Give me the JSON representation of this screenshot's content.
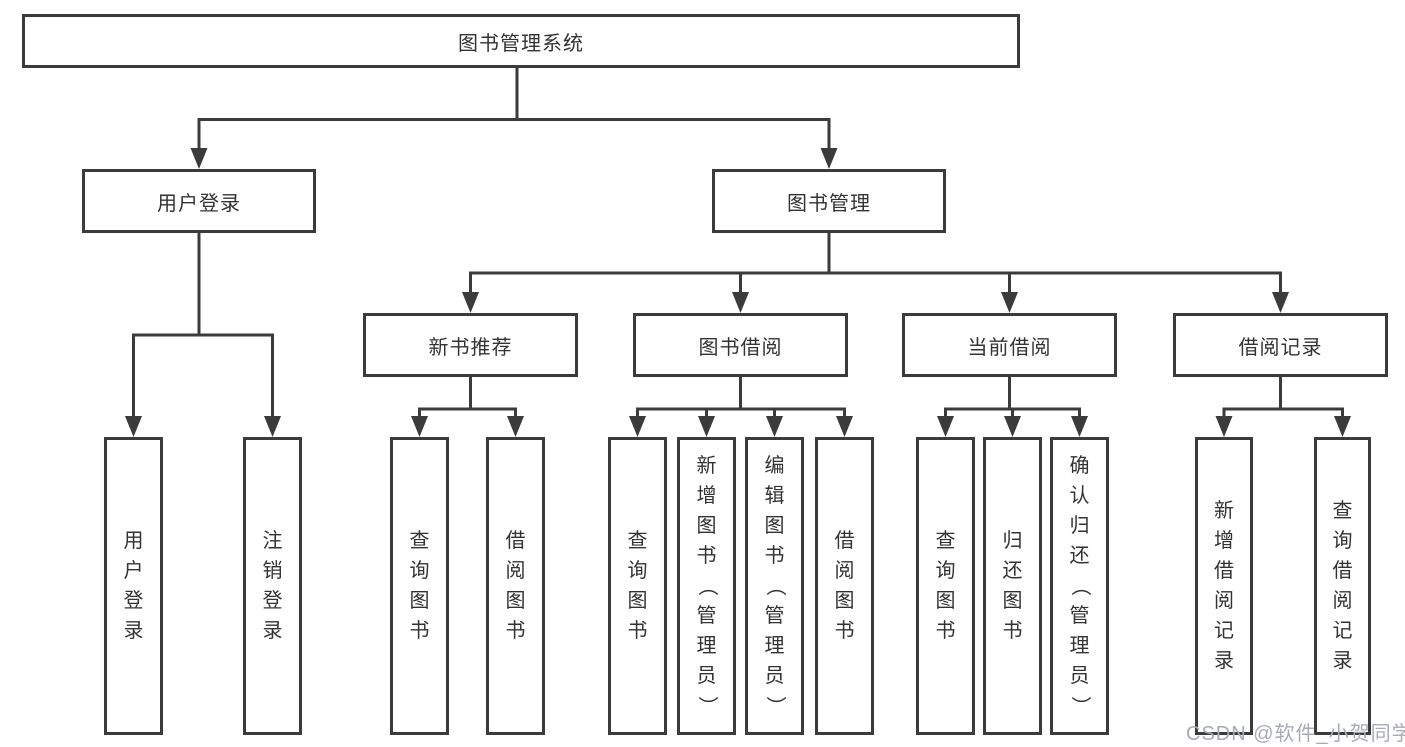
{
  "watermark": "CSDN @软件_小贺同学",
  "colors": {
    "line": "#3b3b3b",
    "text": "#333333",
    "background": "#ffffff",
    "watermark": "#a6abb5"
  },
  "tree": {
    "label": "图书管理系统",
    "children": [
      {
        "label": "用户登录",
        "children": [
          {
            "label": "用户登录"
          },
          {
            "label": "注销登录"
          }
        ]
      },
      {
        "label": "图书管理",
        "children": [
          {
            "label": "新书推荐",
            "children": [
              {
                "label": "查询图书"
              },
              {
                "label": "借阅图书"
              }
            ]
          },
          {
            "label": "图书借阅",
            "children": [
              {
                "label": "查询图书"
              },
              {
                "label": "新增图书（管理员）"
              },
              {
                "label": "编辑图书（管理员）"
              },
              {
                "label": "借阅图书"
              }
            ]
          },
          {
            "label": "当前借阅",
            "children": [
              {
                "label": "查询图书"
              },
              {
                "label": "归还图书"
              },
              {
                "label": "确认归还（管理员）"
              }
            ]
          },
          {
            "label": "借阅记录",
            "children": [
              {
                "label": "新增借阅记录"
              },
              {
                "label": "查询借阅记录"
              }
            ]
          }
        ]
      }
    ]
  }
}
